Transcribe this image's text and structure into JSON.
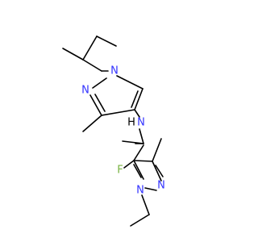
{
  "molecule": {
    "atoms": [
      {
        "id": "N_top1",
        "text": "N",
        "color": "#3333ff"
      },
      {
        "id": "N_top2",
        "text": "N",
        "color": "#3333ff"
      },
      {
        "id": "N_amine",
        "text": "N",
        "color": "#3333ff"
      },
      {
        "id": "H_amine",
        "text": "H",
        "color": "#000000"
      },
      {
        "id": "N_bot1",
        "text": "N",
        "color": "#3333ff"
      },
      {
        "id": "N_bot2",
        "text": "N",
        "color": "#3333ff"
      },
      {
        "id": "F",
        "text": "F",
        "color": "#78b341"
      }
    ]
  }
}
